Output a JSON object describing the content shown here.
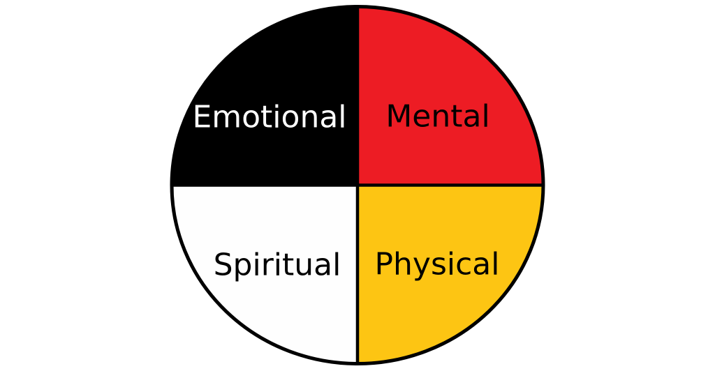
{
  "diagram": {
    "kind": "medicine-wheel",
    "background_color": "#ffffff",
    "outline_color": "#000000",
    "divider_color": "#000000",
    "quadrants": [
      {
        "label": "Emotional",
        "position": "top-left",
        "fill": "#000000",
        "text_color": "#ffffff"
      },
      {
        "label": "Mental",
        "position": "top-right",
        "fill": "#ed1c24",
        "text_color": "#000000"
      },
      {
        "label": "Spiritual",
        "position": "bottom-left",
        "fill": "#fefefe",
        "text_color": "#000000"
      },
      {
        "label": "Physical",
        "position": "bottom-right",
        "fill": "#fdc513",
        "text_color": "#000000"
      }
    ]
  }
}
